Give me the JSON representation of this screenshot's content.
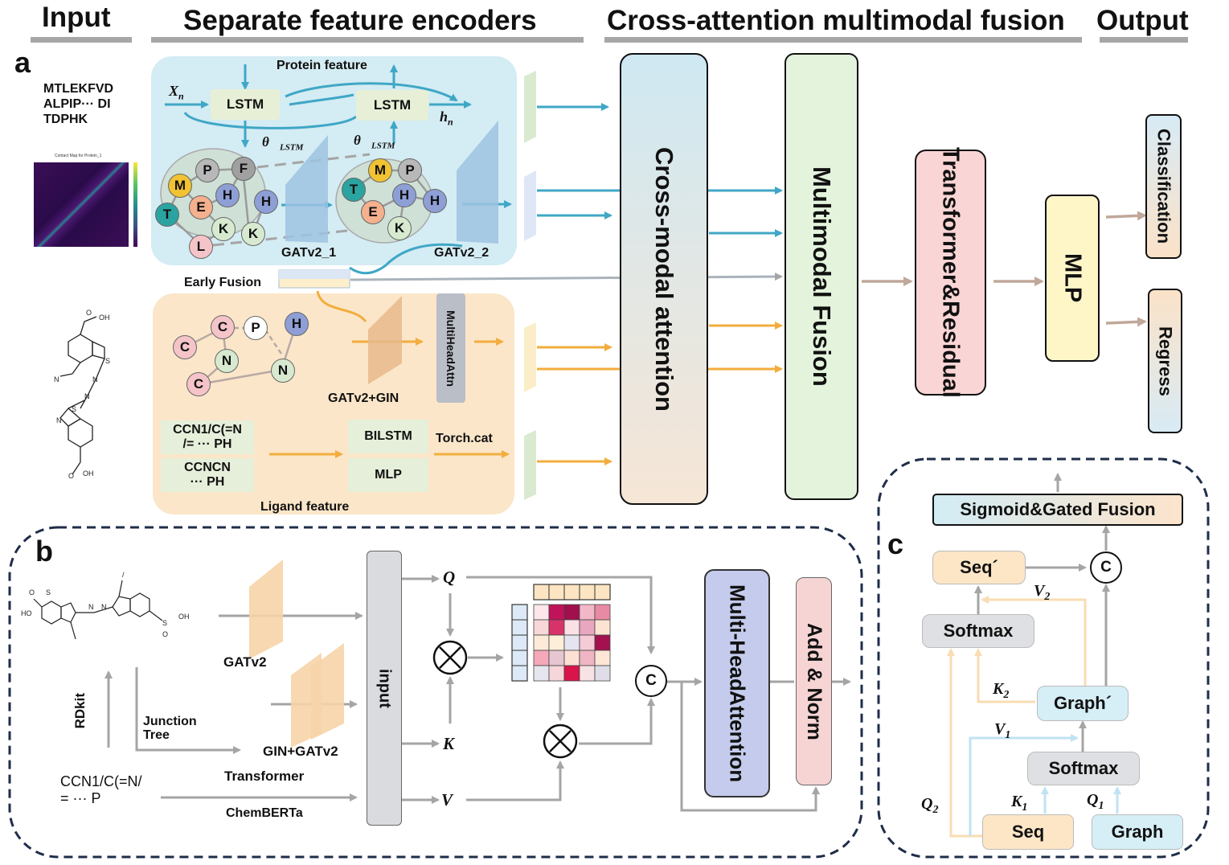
{
  "headers": {
    "input": "Input",
    "encoders": "Separate feature encoders",
    "fusion": "Cross-attention multimodal fusion",
    "output": "Output"
  },
  "panel_a": {
    "letter": "a",
    "sequence_text": [
      "MTLEKFVD",
      "ALPIP··· DI",
      "TDPHK"
    ],
    "protein_feature_label": "Protein feature",
    "lstm_label": "LSTM",
    "lstm_label_2": "LSTM",
    "xn": "X",
    "xn_sub": "n",
    "hn": "h",
    "hn_sub": "n",
    "theta_fwd": "θ⃗",
    "theta_bwd": "θ⃖",
    "theta_sub": "LSTM",
    "gatv2_1": "GATv2_1",
    "gatv2_2": "GATv2_2",
    "early_fusion": "Early Fusion",
    "gatv2_gin": "GATv2+GIN",
    "multihead_attn": "MultiHeadAttn",
    "smiles_1": [
      "CCN1/C(=N",
      "/= ··· PH"
    ],
    "smiles_2": [
      "CCNCN",
      "··· PH"
    ],
    "bilstm": "BILSTM",
    "mlp_small": "MLP",
    "torch_cat": "Torch.cat",
    "ligand_feature_label": "Ligand feature",
    "cross_modal": "Cross-modal attention",
    "multimodal_fusion": "Multimodal Fusion",
    "transformer_residual": [
      "Transformer",
      "&Residual"
    ],
    "mlp_big": "MLP",
    "classification": "Classification",
    "regress": "Regress",
    "protein_graph_nodes": [
      "P",
      "F",
      "M",
      "H",
      "E",
      "T",
      "H",
      "K",
      "K",
      "L",
      "M",
      "P",
      "T",
      "H",
      "E",
      "H",
      "K"
    ],
    "ligand_graph_nodes": [
      "C",
      "P",
      "H",
      "C",
      "N",
      "N",
      "C"
    ],
    "contact_map_title": "Contact Map for Protein_1"
  },
  "panel_b": {
    "letter": "b",
    "rdkit": "RDkit",
    "junction_tree": [
      "Junction",
      "Tree"
    ],
    "gatv2": "GATv2",
    "gin_gatv2": "GIN+GATv2",
    "transformer": "Transformer",
    "chemberta": "ChemBERTa",
    "smiles": [
      "CCN1/C(=N/",
      "= ··· P"
    ],
    "input_box": "input",
    "q": "Q",
    "k": "K",
    "v": "V",
    "concat": "C",
    "multi_head_attention": [
      "Multi-Head",
      "Attention"
    ],
    "add_norm": "Add & Norm"
  },
  "panel_c": {
    "letter": "c",
    "sigmoid_gated": "Sigmoid&Gated Fusion",
    "seq_prime": "Seq´",
    "concat": "C",
    "softmax_1": "Softmax",
    "softmax_2": "Softmax",
    "graph_prime": "Graph´",
    "seq": "Seq",
    "graph": "Graph",
    "v2": "V",
    "v2_sub": "2",
    "k2": "K",
    "k2_sub": "2",
    "v1": "V",
    "v1_sub": "1",
    "q2": "Q",
    "q2_sub": "2",
    "k1": "K",
    "k1_sub": "1",
    "q1": "Q",
    "q1_sub": "1"
  },
  "colors": {
    "protein_bg": "#d4ecf3",
    "ligand_bg": "#fbe6c9",
    "blue_arrow": "#3fa7c6",
    "orange_arrow": "#f2ad3d",
    "grey_arrow": "#a5a5a5",
    "brown_arrow": "#c0a89a",
    "dash_border": "#1f2d4a"
  },
  "heatmap": [
    [
      "#fde7ea",
      "#c0135a",
      "#a0104c",
      "#f3b8c8",
      "#e88aa4"
    ],
    [
      "#f7d7d7",
      "#d7336a",
      "#fbe0e6",
      "#e8a7bf",
      "#fde3d2"
    ],
    [
      "#fdebd8",
      "#fdeed9",
      "#e5e5f0",
      "#f4cbd6",
      "#a3114f"
    ],
    [
      "#f4a8b9",
      "#e5c6d1",
      "#fce0d4",
      "#f0b5c4",
      "#fde6d6"
    ],
    [
      "#e6e6ee",
      "#f5d6d9",
      "#d9144b",
      "#f7e3e3",
      "#dedde8"
    ]
  ]
}
